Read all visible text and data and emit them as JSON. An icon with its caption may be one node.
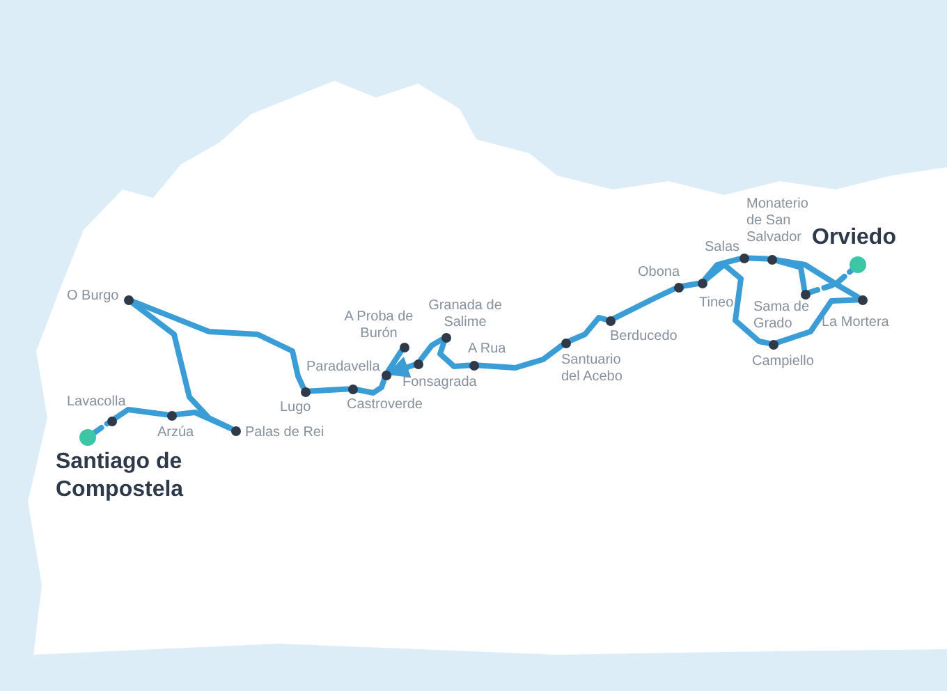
{
  "diagram": {
    "nodes": [
      {
        "text": [],
        "shape": "circle",
        "beside": [
          "Santiago de Compostela"
        ]
      },
      {
        "text": [],
        "shape": "circle",
        "beside": [
          "Lavacolla"
        ]
      },
      {
        "text": [],
        "shape": "circle",
        "beside": [
          "Arzúa"
        ]
      },
      {
        "text": [],
        "shape": "circle",
        "beside": [
          "Palas de Rei"
        ]
      },
      {
        "text": [],
        "shape": "circle",
        "beside": [
          "O Burgo"
        ]
      },
      {
        "text": [],
        "shape": "circle",
        "beside": [
          "Lugo"
        ]
      },
      {
        "text": [],
        "shape": "circle",
        "beside": [
          "Castroverde"
        ]
      },
      {
        "text": [],
        "shape": "circle",
        "beside": [
          "Paradavella"
        ]
      },
      {
        "text": [],
        "shape": "circle",
        "beside": [
          "A Proba de Burón"
        ]
      },
      {
        "text": [],
        "shape": "circle",
        "beside": [
          "Fonsagrada"
        ]
      },
      {
        "text": [],
        "shape": "circle",
        "beside": [
          "Granada de Salime"
        ]
      },
      {
        "text": [],
        "shape": "circle",
        "beside": [
          "A Rua"
        ]
      },
      {
        "text": [],
        "shape": "circle",
        "beside": [
          "Santuario del Acebo"
        ]
      },
      {
        "text": [],
        "shape": "circle",
        "beside": [
          "Berducedo"
        ]
      },
      {
        "text": [],
        "shape": "circle",
        "beside": [
          "Obona"
        ]
      },
      {
        "text": [],
        "shape": "circle",
        "beside": [
          "Tineo"
        ]
      },
      {
        "text": [],
        "shape": "circle",
        "beside": [
          "Salas"
        ]
      },
      {
        "text": [],
        "shape": "circle",
        "beside": [
          "Monaterio de San Salvador"
        ]
      },
      {
        "text": [],
        "shape": "circle",
        "beside": [
          "Sama de Grado"
        ]
      },
      {
        "text": [],
        "shape": "circle",
        "beside": [
          "Campiello"
        ]
      },
      {
        "text": [],
        "shape": "circle",
        "beside": [
          "La Mortera"
        ]
      },
      {
        "text": [],
        "shape": "circle",
        "beside": [
          "Orviedo"
        ]
      }
    ],
    "edges": [
      {
        "from": 0,
        "to": 1,
        "arrow": "none",
        "style": "dashed"
      },
      {
        "from": 1,
        "to": 2,
        "arrow": "none"
      },
      {
        "from": 2,
        "to": 3,
        "arrow": "none"
      },
      {
        "from": 4,
        "to": 3,
        "arrow": "none"
      },
      {
        "from": 4,
        "to": 5,
        "arrow": "none"
      },
      {
        "from": 5,
        "to": 6,
        "arrow": "none"
      },
      {
        "from": 6,
        "to": 7,
        "arrow": "none"
      },
      {
        "from": 9,
        "to": 7,
        "arrow": "to"
      },
      {
        "from": 8,
        "to": 7,
        "arrow": "none"
      },
      {
        "from": 9,
        "to": 10,
        "arrow": "none"
      },
      {
        "from": 10,
        "to": 11,
        "arrow": "none"
      },
      {
        "from": 11,
        "to": 12,
        "arrow": "none"
      },
      {
        "from": 12,
        "to": 13,
        "arrow": "none"
      },
      {
        "from": 13,
        "to": 14,
        "arrow": "none"
      },
      {
        "from": 14,
        "to": 15,
        "arrow": "none"
      },
      {
        "from": 15,
        "to": 16,
        "arrow": "none"
      },
      {
        "from": 16,
        "to": 17,
        "arrow": "none"
      },
      {
        "from": 15,
        "to": 19,
        "arrow": "none"
      },
      {
        "from": 19,
        "to": 20,
        "arrow": "none"
      },
      {
        "from": 17,
        "to": 20,
        "arrow": "none"
      },
      {
        "from": 17,
        "to": 18,
        "arrow": "none"
      },
      {
        "from": 18,
        "to": 21,
        "arrow": "none",
        "style": "dashed"
      }
    ]
  }
}
